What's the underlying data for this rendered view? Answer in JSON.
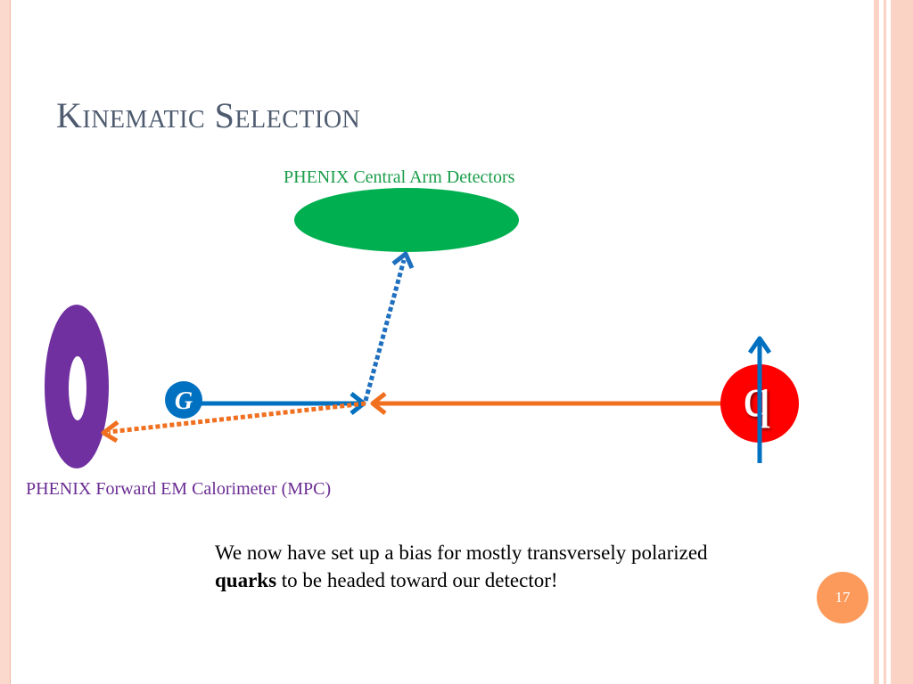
{
  "slide": {
    "title": "Kinematic Selection",
    "page_number": "17"
  },
  "labels": {
    "central_arm": "PHENIX Central Arm Detectors",
    "mpc": "PHENIX Forward EM Calorimeter (MPC)",
    "gluon": "G",
    "quark": "q"
  },
  "caption": {
    "part1": "We now have set up a bias for mostly transversely polarized ",
    "bold": "quarks",
    "part2": " to be headed toward our detector!"
  },
  "colors": {
    "central_detector": "#00b050",
    "mpc_detector": "#7030a0",
    "gluon": "#0070c0",
    "quark": "#ff0000",
    "quark_line": "#f07020",
    "dotted_blue": "#1f6fbf",
    "dotted_orange": "#f07020",
    "badge": "#fb9a5a"
  }
}
